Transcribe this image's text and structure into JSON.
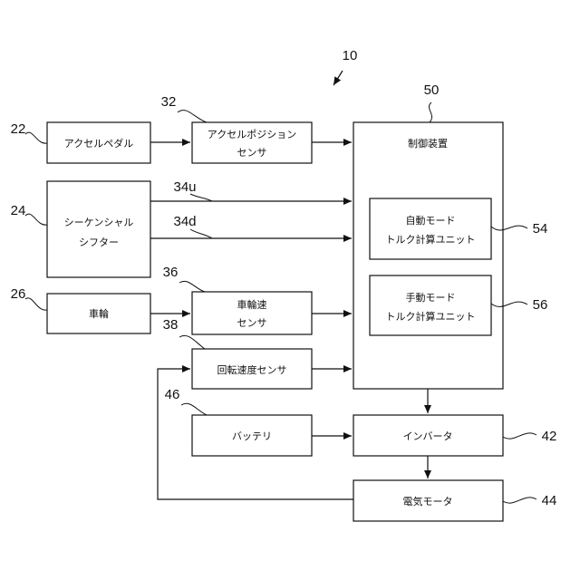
{
  "diagram": {
    "figure_ref": "10",
    "blocks": {
      "accel_pedal": {
        "label": "アクセルペダル",
        "ref": "22"
      },
      "accel_sensor": {
        "label_1": "アクセルポジション",
        "label_2": "センサ",
        "ref": "32"
      },
      "shifter": {
        "label_1": "シーケンシャル",
        "label_2": "シフター",
        "ref": "24"
      },
      "wheel": {
        "label": "車輪",
        "ref": "26"
      },
      "wheel_speed_sensor": {
        "label_1": "車輪速",
        "label_2": "センサ",
        "ref": "36"
      },
      "rotation_speed_sensor": {
        "label": "回転速度センサ",
        "ref": "38"
      },
      "controller": {
        "label": "制御装置",
        "ref": "50"
      },
      "auto_mode_unit": {
        "label_1": "自動モード",
        "label_2": "トルク計算ユニット",
        "ref": "54"
      },
      "manual_mode_unit": {
        "label_1": "手動モード",
        "label_2": "トルク計算ユニット",
        "ref": "56"
      },
      "battery": {
        "label": "バッテリ",
        "ref": "46"
      },
      "inverter": {
        "label": "インバータ",
        "ref": "42"
      },
      "electric_motor": {
        "label": "電気モータ",
        "ref": "44"
      }
    },
    "signals": {
      "shift_up": "34u",
      "shift_down": "34d"
    }
  }
}
